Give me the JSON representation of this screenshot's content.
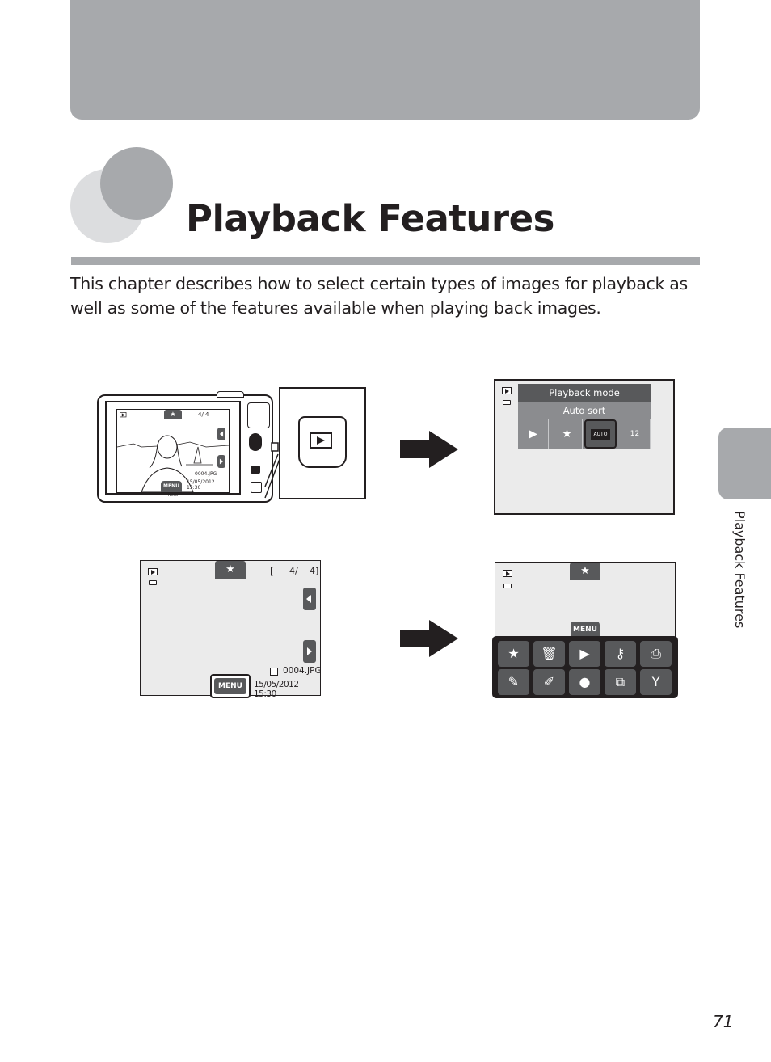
{
  "chapter": {
    "title": "Playback Features",
    "intro": "This chapter describes how to select certain types of images for playback as well as some of the features available when playing back images."
  },
  "side_tab": {
    "label": "Playback Features"
  },
  "page_number": "71",
  "illustrations": {
    "camera": {
      "counter": "4/  4",
      "file_name": "0004.JPG",
      "date": "15/05/2012 15:30",
      "menu_label": "MENU",
      "brand": "Nikon"
    },
    "playback_mode_screen": {
      "title": "Playback mode",
      "subtitle": "Auto sort",
      "icons": [
        "playback-icon",
        "favorite-pictures-icon",
        "auto-sort-icon",
        "list-by-date-icon"
      ],
      "auto_label": "AUTO",
      "date_label": "12"
    },
    "playback_screen": {
      "star": "★",
      "bracket": "[",
      "counter": "4/",
      "total": "4]",
      "file_name": "0004.JPG",
      "date": "15/05/2012 15:30",
      "menu_label": "MENU"
    },
    "menu_screen": {
      "star": "★",
      "menu_label": "MENU",
      "icons_row1": [
        "favorite-pictures-icon",
        "delete-icon",
        "slide-show-icon",
        "protect-icon",
        "print-order-icon"
      ],
      "icons_row2": [
        "paint-icon",
        "retouch-icon",
        "voice-memo-icon",
        "copy-icon",
        "setup-icon"
      ]
    }
  }
}
